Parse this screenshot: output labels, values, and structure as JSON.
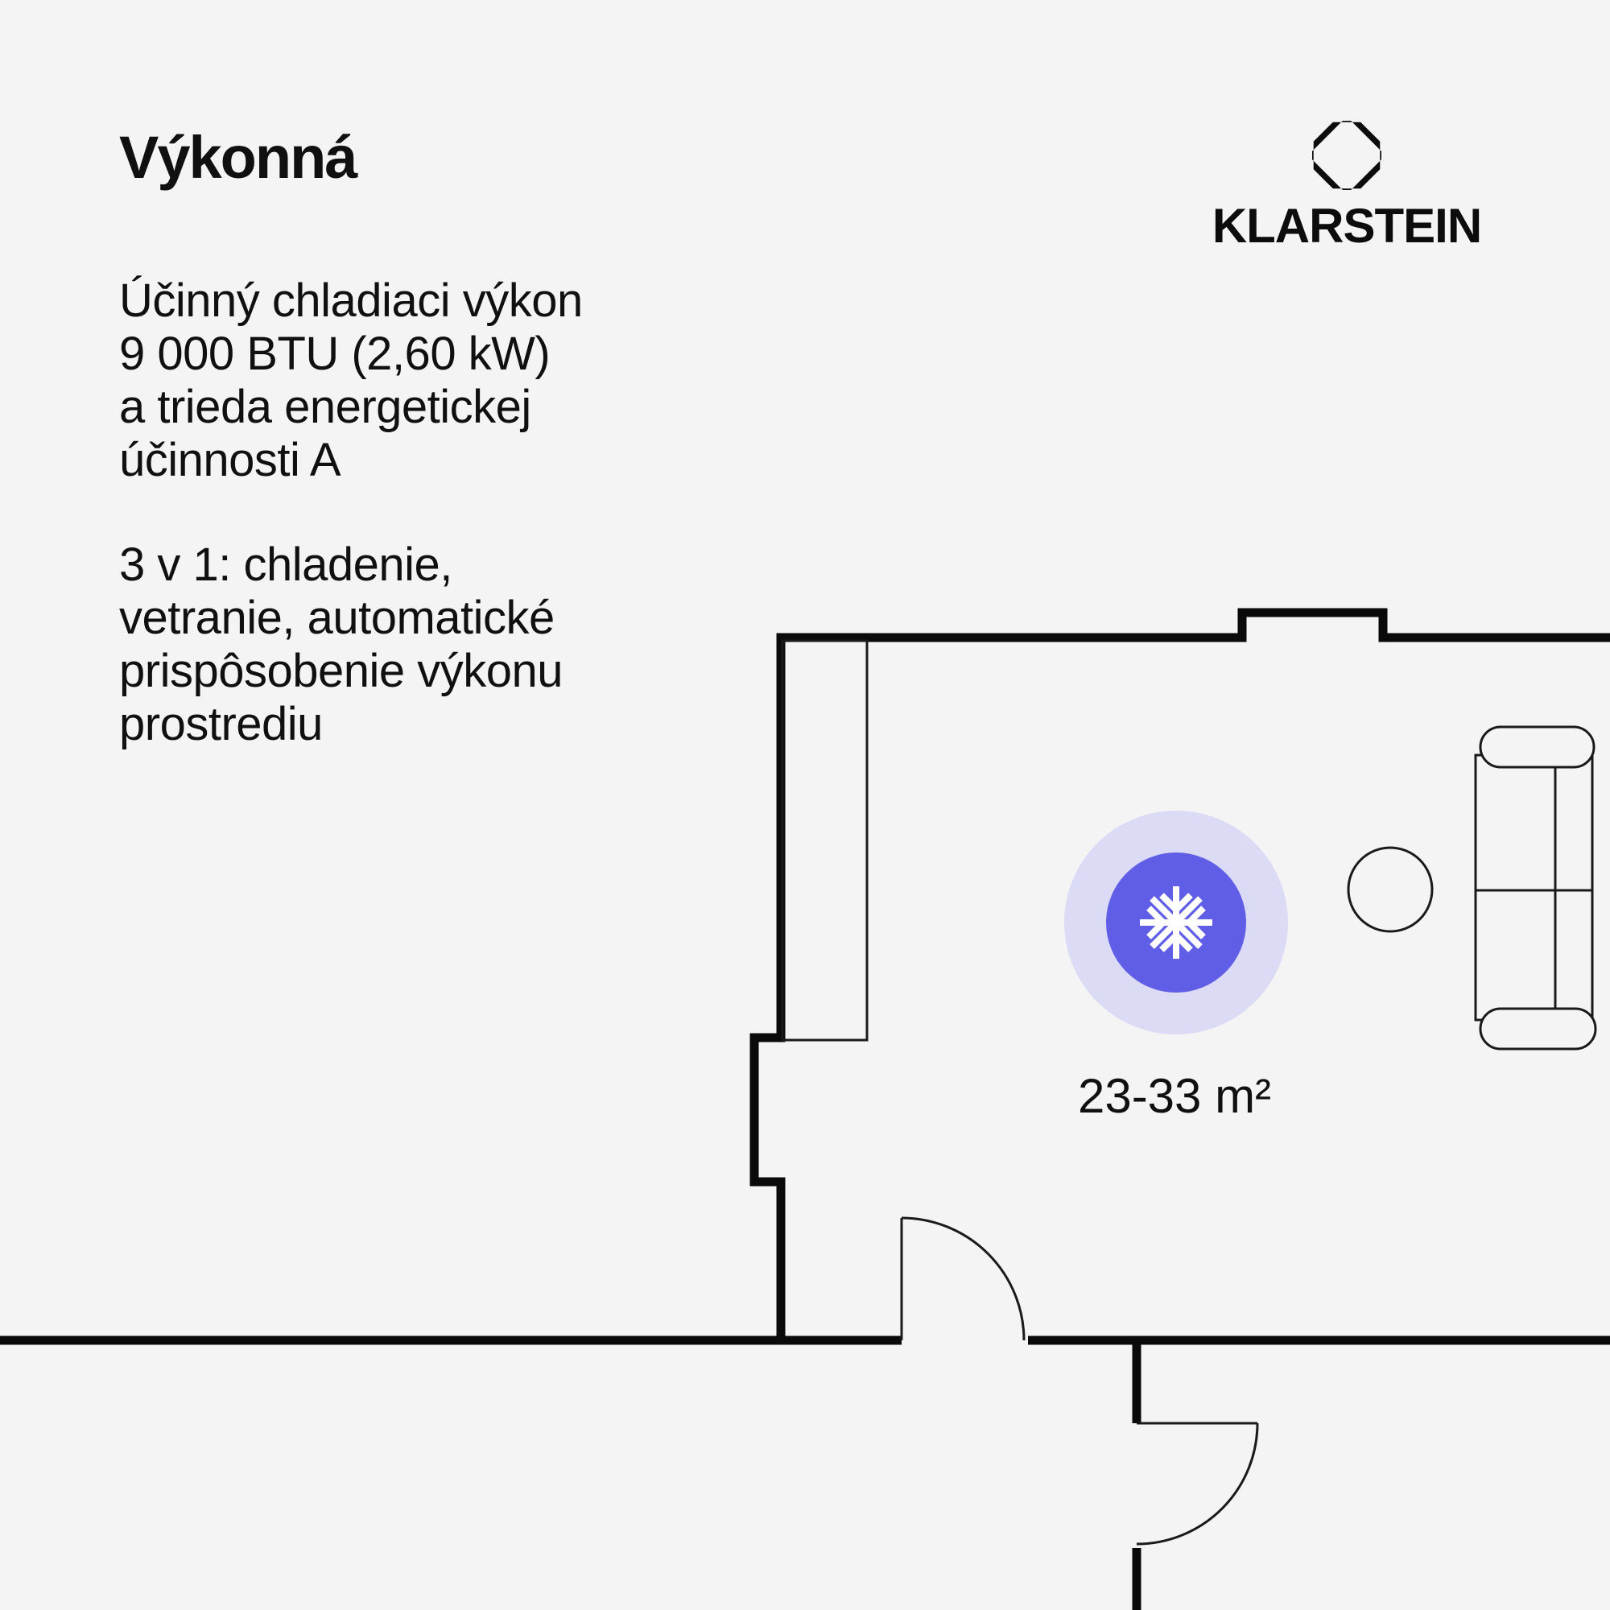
{
  "page": {
    "background_color": "#f4f4f5",
    "ink_color": "#101010"
  },
  "title": "Výkonná",
  "intro": {
    "p1": "Účinný chladiaci výkon\n9 000 BTU (2,60 kW)\na trieda energetickej\núčinnosti A",
    "p2": "3 v 1: chladenie,\nvetranie, automatické\nprispôsobenie výkonu\nprostrediu"
  },
  "brand": {
    "wordmark": "KLARSTEIN",
    "icon": "klarstein-octagon-icon",
    "color": "#0c0c0c"
  },
  "plan": {
    "area_label": "23-33 m²",
    "wall_color": "#0a0a0a",
    "badge": {
      "icon": "snowflake-icon",
      "core_color": "#605de6",
      "halo_color": "#dcdbf6",
      "glyph_color": "#ffffff"
    }
  }
}
